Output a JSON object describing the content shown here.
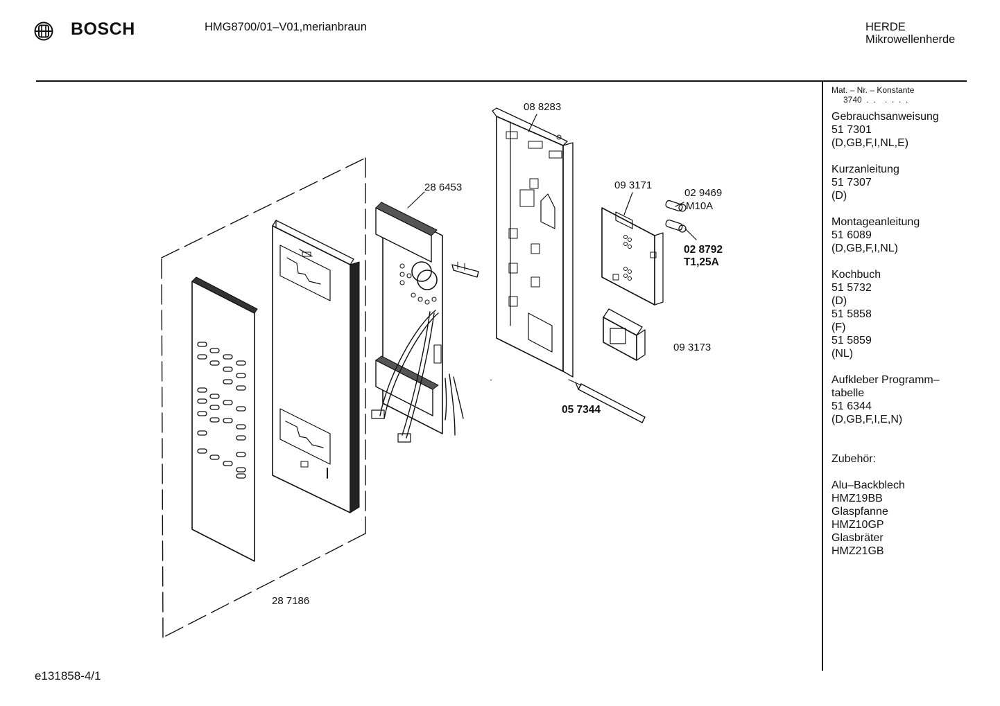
{
  "header": {
    "brand": "BOSCH",
    "logo_icon": "bosch-armature-icon",
    "model": "HMG8700/01–V01,merianbraun",
    "category": "HERDE",
    "subcategory": "Mikrowellenherde"
  },
  "sidebar": {
    "mat_label": "Mat. – Nr. – Konstante",
    "mat_value": "3740  .  .    .  .  .  .",
    "docs": [
      {
        "title": "Gebrauchsanweisung",
        "lines": [
          "51 7301",
          "(D,GB,F,I,NL,E)"
        ]
      },
      {
        "title": "Kurzanleitung",
        "lines": [
          "51 7307",
          "(D)"
        ]
      },
      {
        "title": "Montageanleitung",
        "lines": [
          "51 6089",
          "(D,GB,F,I,NL)"
        ]
      },
      {
        "title": "Kochbuch",
        "lines": [
          "51 5732",
          "(D)",
          "51 5858",
          "(F)",
          "51 5859",
          "(NL)"
        ]
      },
      {
        "title": "Aufkleber Programm–",
        "lines": [
          "tabelle",
          "51 6344",
          "(D,GB,F,I,E,N)"
        ]
      }
    ],
    "accessories_title": "Zubehör:",
    "accessories": [
      "Alu–Backblech",
      "HMZ19BB",
      "Glaspfanne",
      "HMZ10GP",
      "Glasbräter",
      "HMZ21GB"
    ]
  },
  "parts": {
    "p088283": "08 8283",
    "p286453": "28 6453",
    "p093171": "09 3171",
    "p029469": "02 9469",
    "m10a": "M10A",
    "p028792": "02 8792",
    "t125a": "T1,25A",
    "p093173": "09 3173",
    "p057344": "05 7344",
    "p287186": "28 7186"
  },
  "footer": {
    "code": "e131858-4/1"
  }
}
